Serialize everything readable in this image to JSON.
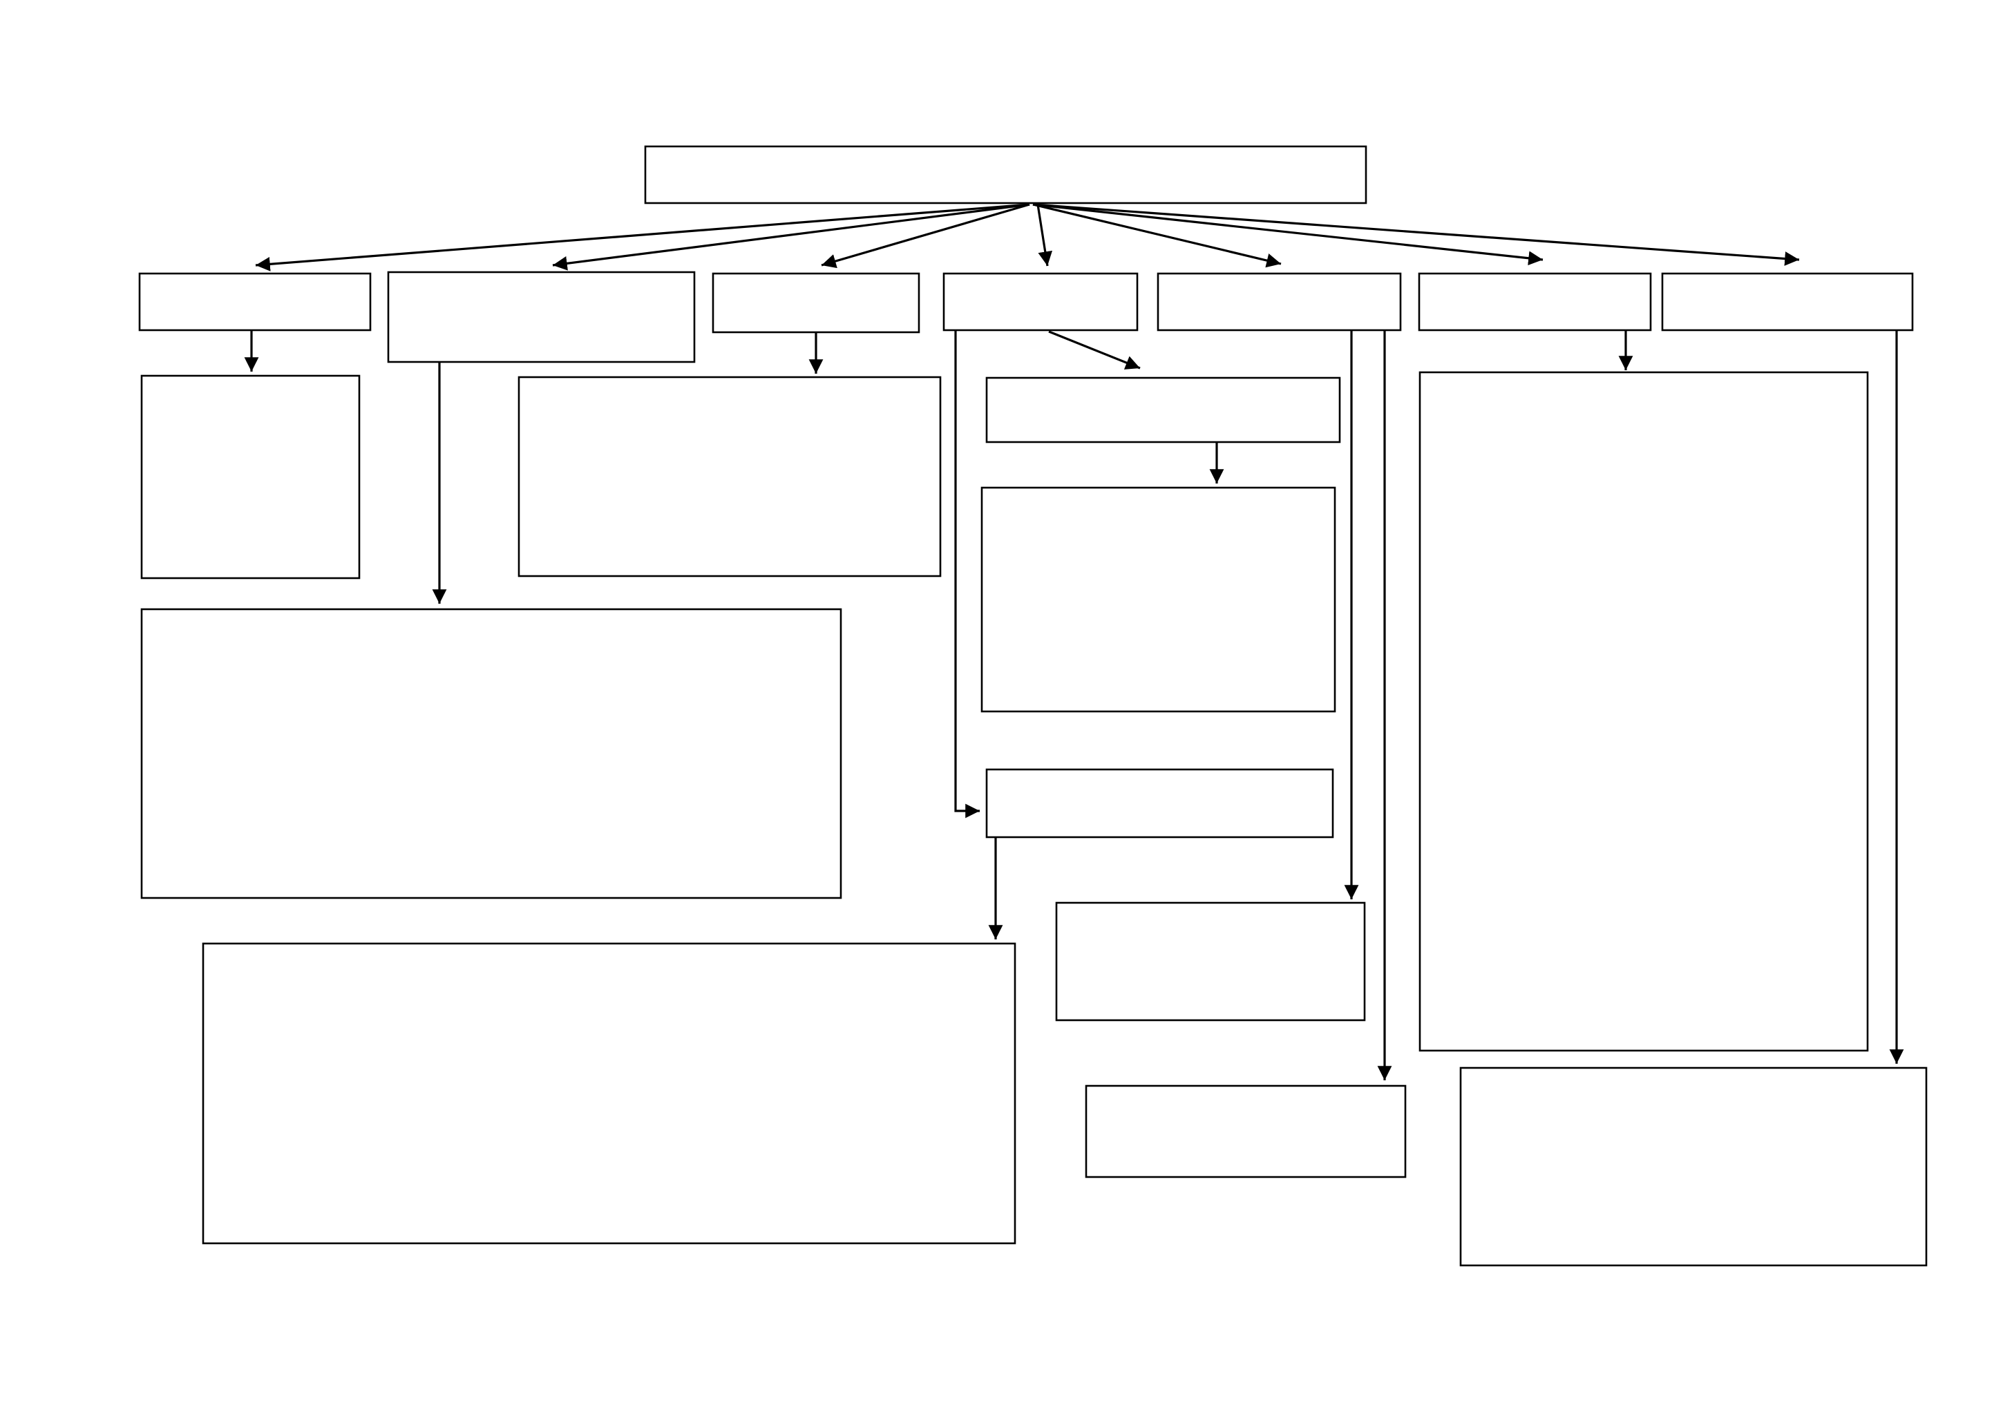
{
  "diagram": {
    "type": "flowchart",
    "colors": {
      "stroke": "#000000",
      "box_fill": "#ffffff",
      "background": "#ffffff"
    },
    "box_count": 21,
    "connector_count": 16,
    "boxes_have_text": false
  }
}
